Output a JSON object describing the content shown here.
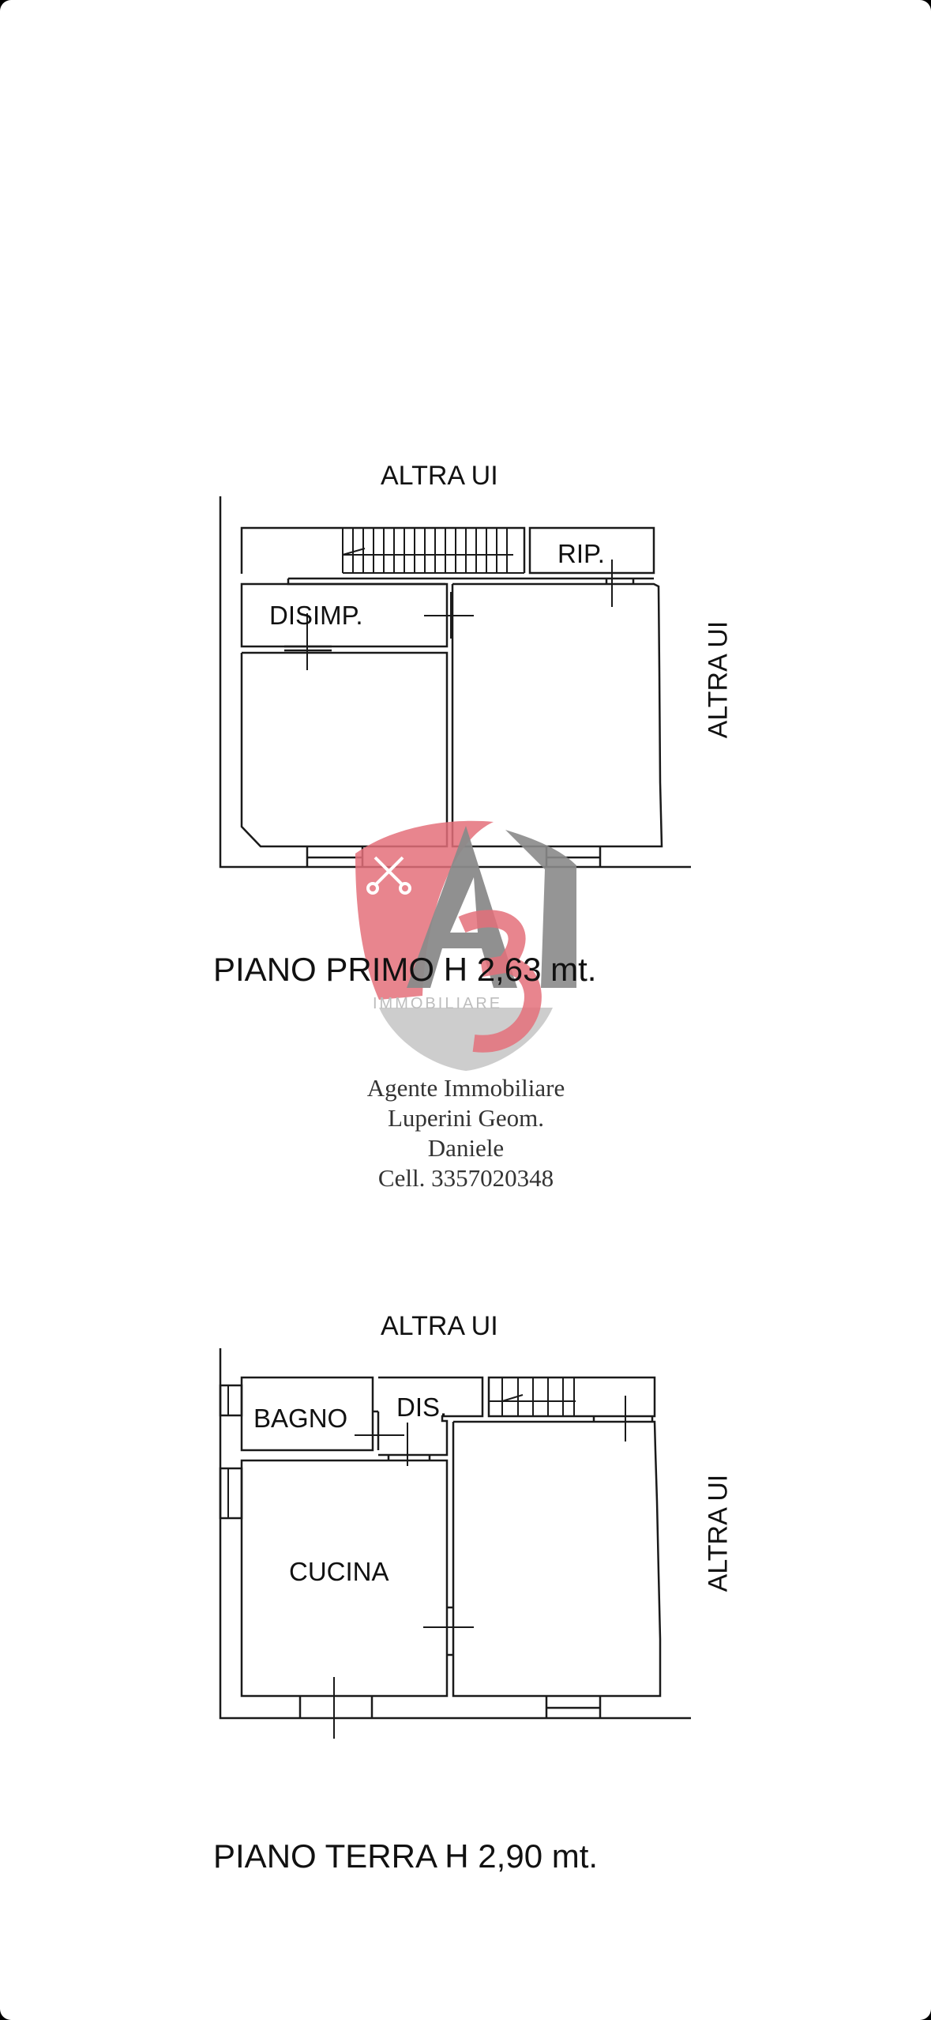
{
  "colors": {
    "line": "#1a1a1a",
    "background": "#ffffff",
    "logo_red": "#e4707a",
    "logo_grey": "#8a8a8a",
    "logo_light_grey": "#c8c8c8"
  },
  "floor_plans": [
    {
      "name": "piano-primo",
      "title": "PIANO PRIMO H 2,63 mt.",
      "side_labels": {
        "top": "ALTRA UI",
        "right": "ALTRA UI"
      },
      "rooms": [
        {
          "label": "RIP."
        },
        {
          "label": "DISIMP."
        },
        {
          "label": ""
        },
        {
          "label": ""
        }
      ],
      "has_stairs": true
    },
    {
      "name": "piano-terra",
      "title": "PIANO TERRA H 2,90 mt.",
      "side_labels": {
        "top": "ALTRA UI",
        "right": "ALTRA UI"
      },
      "rooms": [
        {
          "label": "BAGNO"
        },
        {
          "label": "DIS."
        },
        {
          "label": "CUCINA"
        },
        {
          "label": ""
        }
      ],
      "has_stairs": true
    }
  ],
  "watermark": {
    "brand": "IMMOBILIARE",
    "logo_icon": "a3-keys-shield-logo",
    "contact_lines": [
      "Agente Immobiliare",
      "Luperini Geom.",
      "Daniele",
      "Cell. 3357020348"
    ]
  }
}
